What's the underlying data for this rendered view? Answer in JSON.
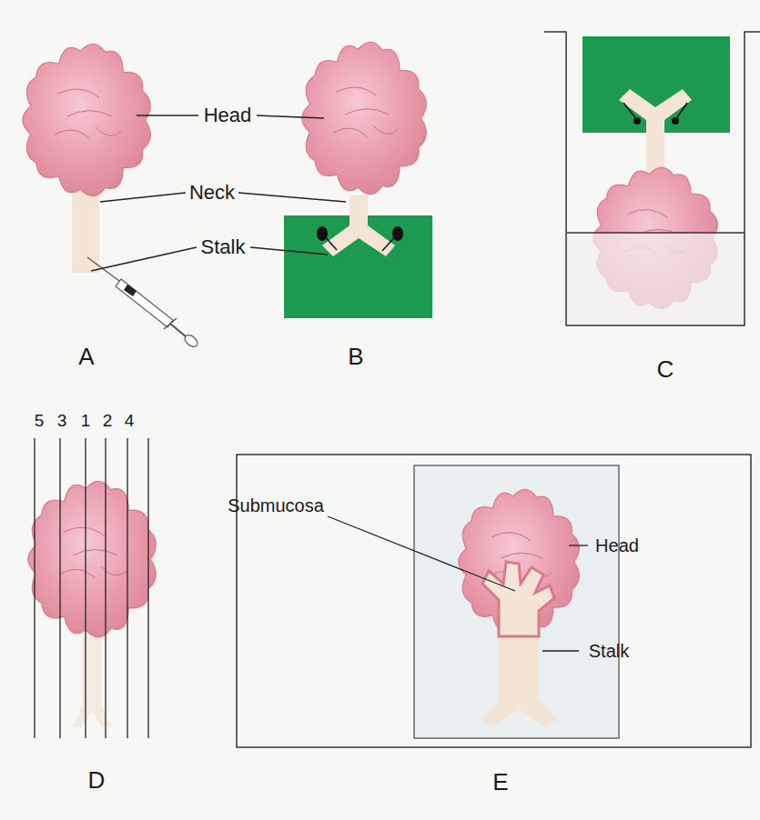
{
  "diagram": {
    "labels": [
      "Head",
      "Neck",
      "Stalk",
      "A",
      "B",
      "C",
      "5",
      "3",
      "1",
      "2",
      "4",
      "D",
      "Submucosa",
      "Head",
      "Stalk",
      "E"
    ]
  }
}
